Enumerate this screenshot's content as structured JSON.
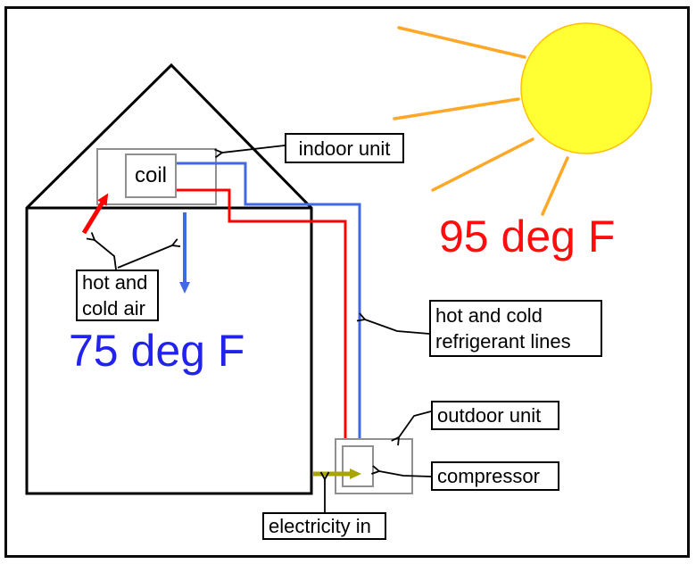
{
  "labels": {
    "indoor_unit": "indoor unit",
    "coil": "coil",
    "hot_cold_air": "hot and\ncold air",
    "refrigerant_lines": "hot and cold\nrefrigerant lines",
    "outdoor_unit": "outdoor unit",
    "compressor": "compressor",
    "electricity_in": "electricity in"
  },
  "readings": {
    "outdoor_temp": "95 deg F",
    "indoor_temp": "75 deg F"
  },
  "colors": {
    "hot_line": "#ff0000",
    "cold_line": "#4169e1",
    "outdoor_temp_text": "#ff0d0d",
    "indoor_temp_text": "#2222ee",
    "sun_fill": "#ffff33",
    "sun_stroke": "#ffc000",
    "sun_ray": "#ffa726",
    "electricity": "#a8a400",
    "unit_box_gray": "#909090",
    "outline_black": "#000000"
  }
}
